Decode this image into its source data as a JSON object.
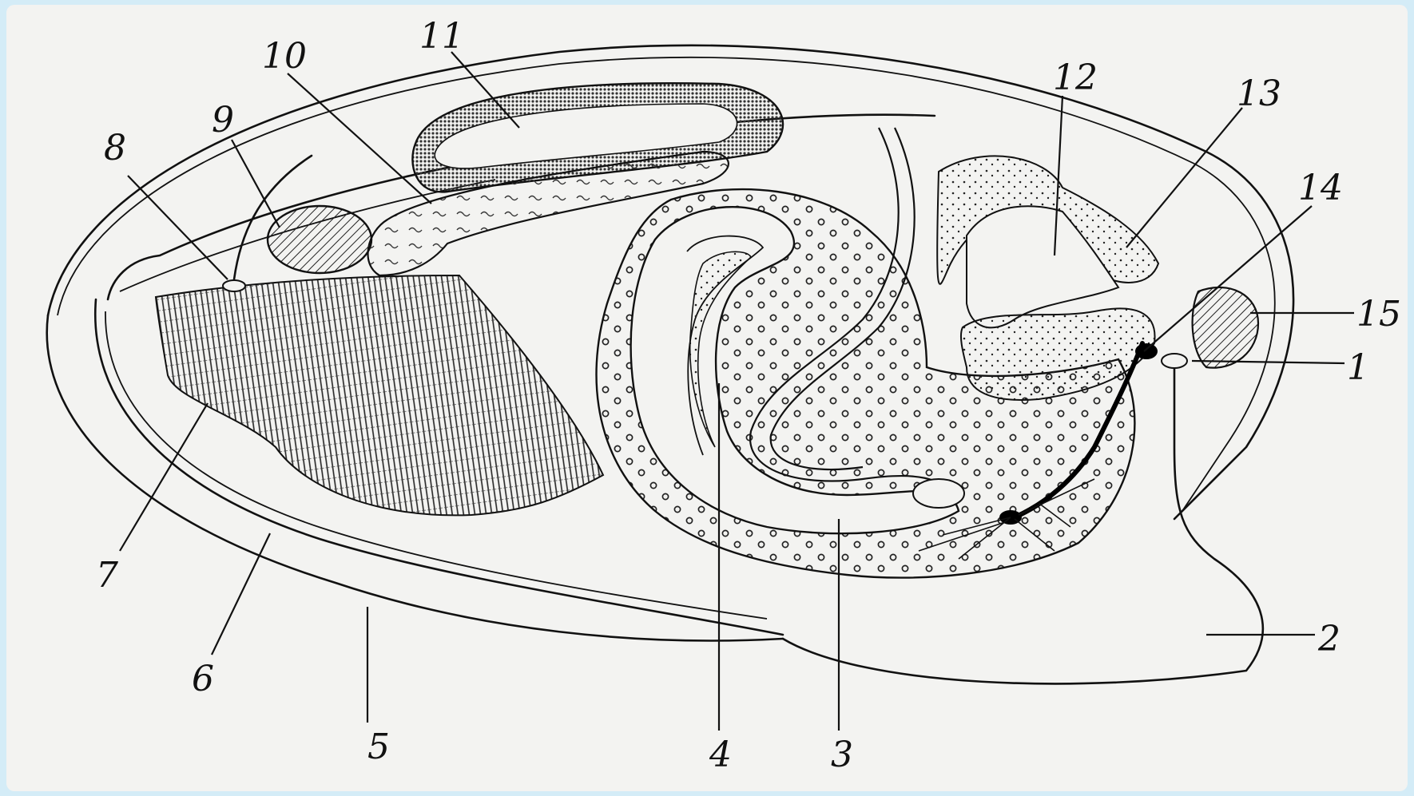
{
  "figure": {
    "labels": [
      "1",
      "2",
      "3",
      "4",
      "5",
      "6",
      "7",
      "8",
      "9",
      "10",
      "11",
      "12",
      "13",
      "14",
      "15"
    ]
  }
}
